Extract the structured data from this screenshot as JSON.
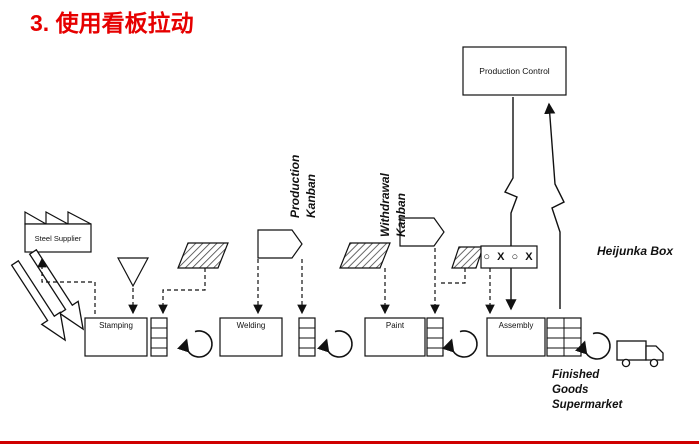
{
  "title": "3.  使用看板拉动",
  "colors": {
    "accent_red": "#e60000",
    "bottom_line": "#cf0000"
  },
  "diagram": {
    "production_control": "Production Control",
    "steel_supplier": "Steel Supplier",
    "processes": [
      "Stamping",
      "Welding",
      "Paint",
      "Assembly"
    ],
    "production_kanban_label": [
      "Production",
      "Kanban"
    ],
    "withdrawal_kanban_label": [
      "Withdrawal",
      "Kanban"
    ],
    "heijunka_label": "Heijunka Box",
    "heijunka_pattern": "○ X ○ X",
    "finished_goods_label": [
      "Finished",
      "Goods",
      "Supermarket"
    ]
  }
}
